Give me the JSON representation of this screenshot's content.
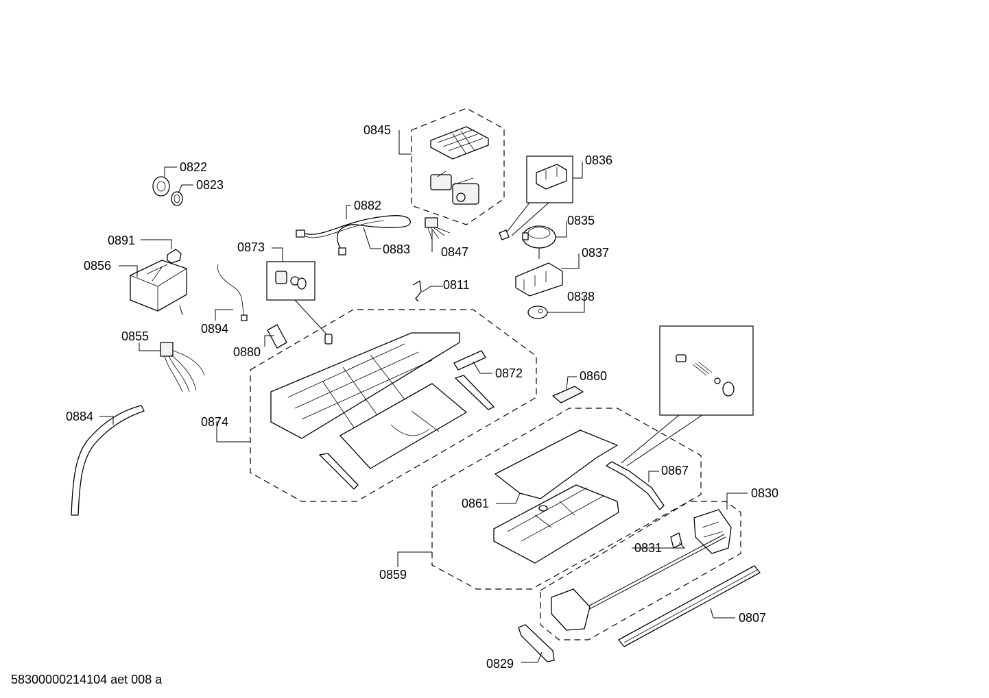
{
  "labels": {
    "p0845": "0845",
    "p0836": "0836",
    "p0822": "0822",
    "p0823": "0823",
    "p0882": "0882",
    "p0883": "0883",
    "p0847": "0847",
    "p0835": "0835",
    "p0891": "0891",
    "p0873": "0873",
    "p0856": "0856",
    "p0837": "0837",
    "p0811": "0811",
    "p0838": "0838",
    "p0894": "0894",
    "p0880": "0880",
    "p0855": "0855",
    "p0872": "0872",
    "p0860": "0860",
    "p0874": "0874",
    "p0884": "0884",
    "p0867": "0867",
    "p0830": "0830",
    "p0861": "0861",
    "p0831": "0831",
    "p0859": "0859",
    "p0807": "0807",
    "p0829": "0829"
  },
  "footer": {
    "code": "58300000214104 aet 008 a"
  }
}
